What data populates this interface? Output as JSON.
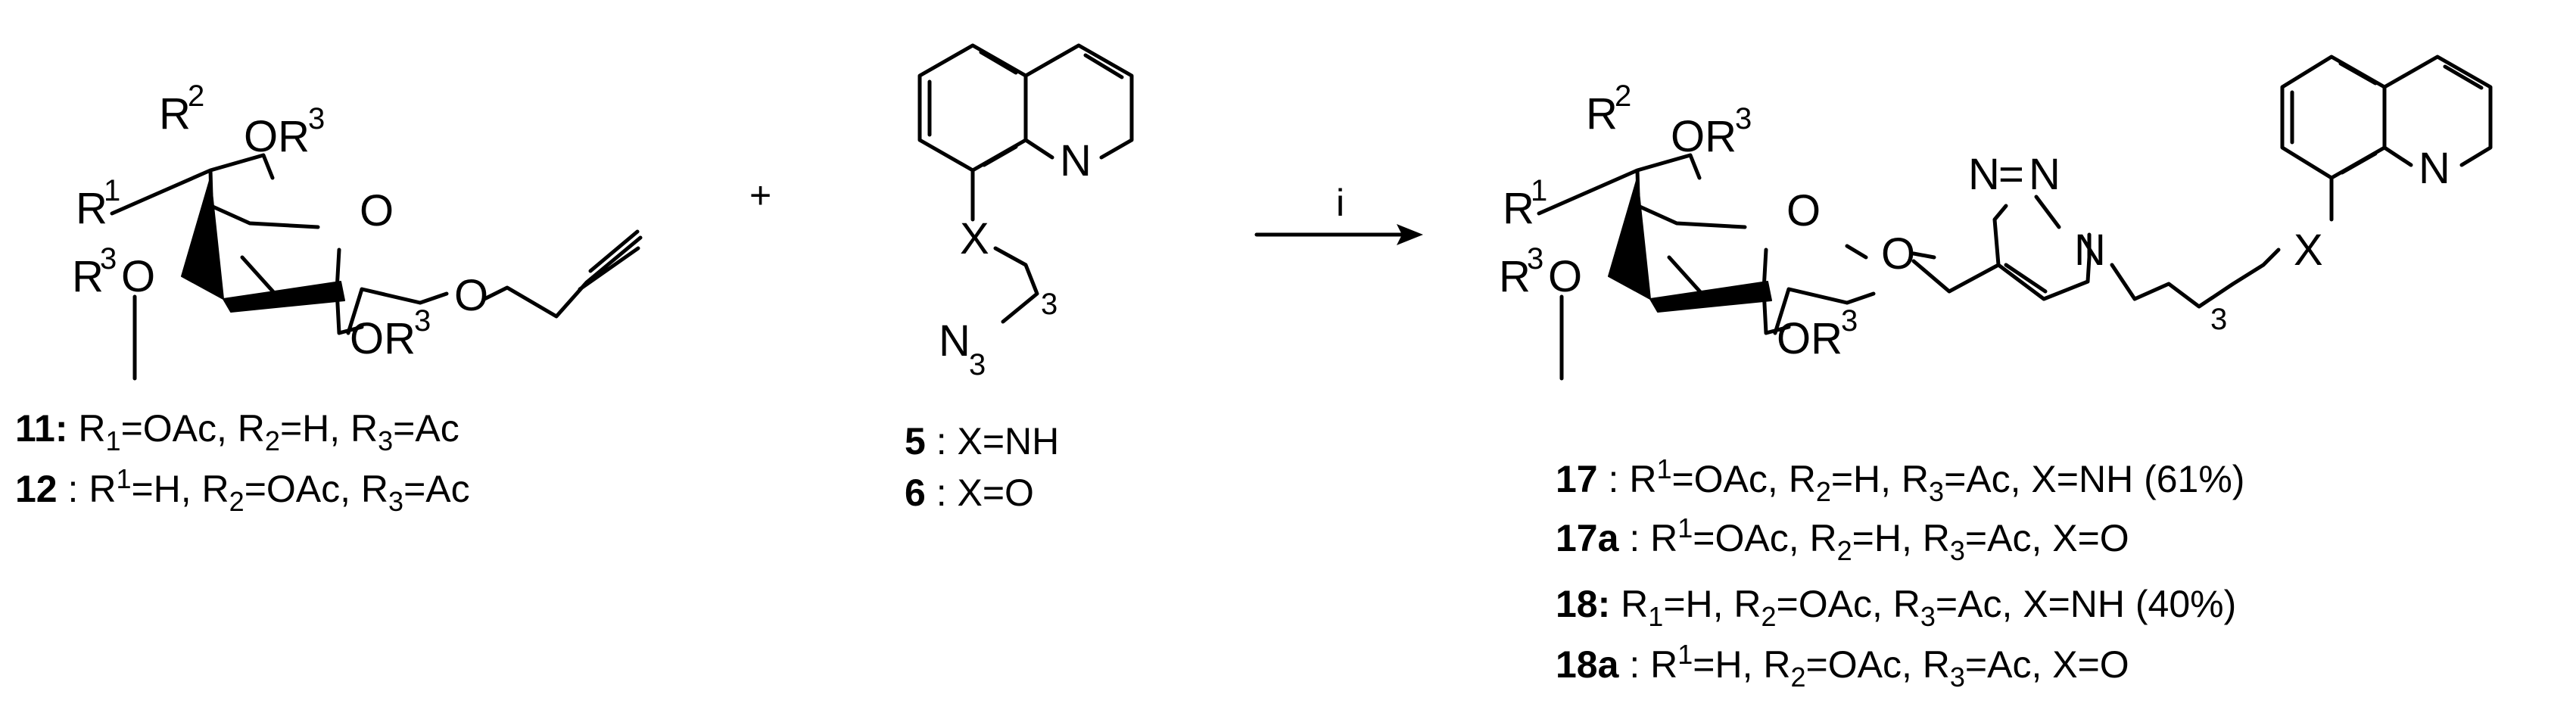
{
  "plus_sign": "+",
  "arrow_label": "i",
  "sugar": {
    "R2": "R",
    "R2_sup": "2",
    "OR3_top": "OR",
    "OR3_top_sup": "3",
    "R1": "R",
    "R1_sup": "1",
    "ring_O": "O",
    "R3O_left": "R",
    "R3O_left_sup": "3",
    "R3O_left_O": "O",
    "OR3_bottom": "OR",
    "OR3_bottom_sup": "3",
    "glycosidic_O": "O"
  },
  "quinoline_azide": {
    "N": "N",
    "X": "X",
    "chain_sub": "3",
    "azide": "N",
    "azide_sub": "3"
  },
  "product": {
    "triazole_N_top_left": "N",
    "triazole_eq": "=",
    "triazole_N_top_right": "N",
    "triazole_N1": "N",
    "quinoline_N": "N",
    "X": "X",
    "chain_sub": "3"
  },
  "compounds": {
    "c11": {
      "label": "11:",
      "text": [
        [
          "R",
          ""
        ],
        [
          "1",
          "sub"
        ],
        [
          "=OAc, R",
          ""
        ],
        [
          "2",
          "sub"
        ],
        [
          "=H, R",
          ""
        ],
        [
          "3",
          "sub"
        ],
        [
          "=Ac",
          ""
        ]
      ]
    },
    "c12": {
      "label": "12",
      "text": [
        [
          ": R",
          ""
        ],
        [
          "1",
          "sup"
        ],
        [
          "=H, R",
          ""
        ],
        [
          "2",
          "sub"
        ],
        [
          "=OAc, R",
          ""
        ],
        [
          "3",
          "sub"
        ],
        [
          "=Ac",
          ""
        ]
      ]
    },
    "c5": {
      "label": "5",
      "text": [
        [
          ": X=NH",
          ""
        ]
      ]
    },
    "c6": {
      "label": "6",
      "text": [
        [
          ": X=O",
          ""
        ]
      ]
    },
    "c17": {
      "label": "17",
      "text": [
        [
          ": R",
          ""
        ],
        [
          "1",
          "sup"
        ],
        [
          "=OAc, R",
          ""
        ],
        [
          "2",
          "sub"
        ],
        [
          "=H, R",
          ""
        ],
        [
          "3",
          "sub"
        ],
        [
          "=Ac, X=NH (61%)",
          ""
        ]
      ]
    },
    "c17a": {
      "label": "17a",
      "text": [
        [
          ": R",
          ""
        ],
        [
          "1",
          "sup"
        ],
        [
          "=OAc, R",
          ""
        ],
        [
          "2",
          "sub"
        ],
        [
          "=H,  R",
          ""
        ],
        [
          "3",
          "sub"
        ],
        [
          "=Ac, X=O",
          ""
        ]
      ]
    },
    "c18": {
      "label": "18:",
      "text": [
        [
          "R",
          ""
        ],
        [
          "1",
          "sub"
        ],
        [
          "=H, R",
          ""
        ],
        [
          "2",
          "sub"
        ],
        [
          "=OAc, R",
          ""
        ],
        [
          "3",
          "sub"
        ],
        [
          "=Ac, X=NH (40%)",
          ""
        ]
      ]
    },
    "c18a": {
      "label": "18a",
      "text": [
        [
          ": R",
          ""
        ],
        [
          "1",
          "sup"
        ],
        [
          "=H, R",
          ""
        ],
        [
          "2",
          "sub"
        ],
        [
          "=OAc, R",
          ""
        ],
        [
          "3",
          "sub"
        ],
        [
          "=Ac, X=O",
          ""
        ]
      ]
    }
  }
}
